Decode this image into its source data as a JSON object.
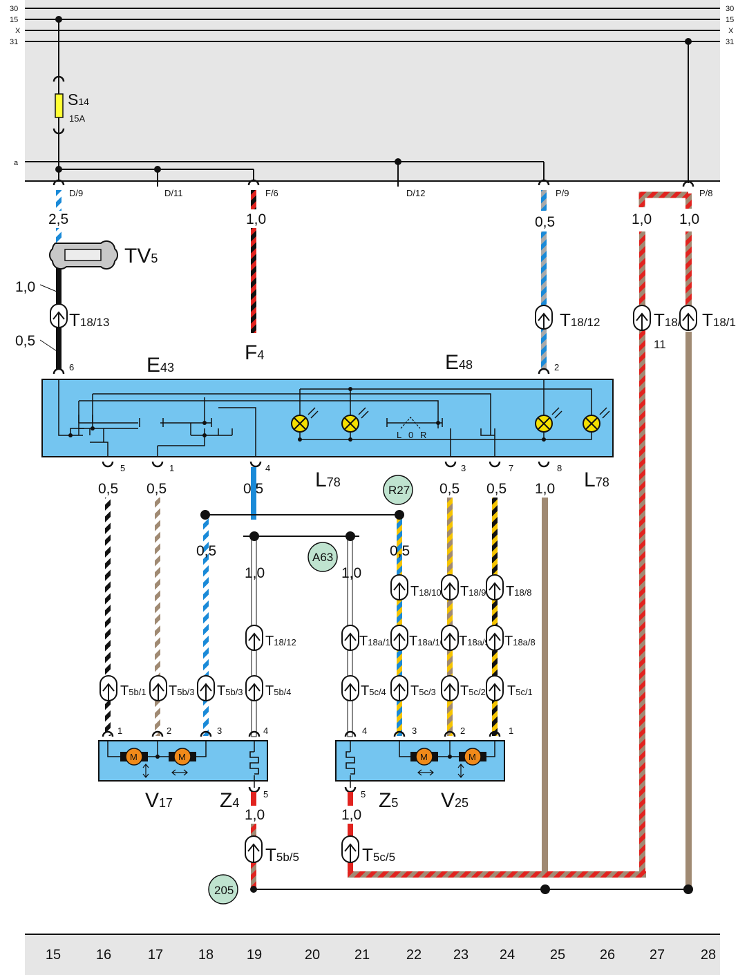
{
  "rails": {
    "left": [
      "30",
      "15",
      "X",
      "31"
    ],
    "right": [
      "30",
      "15",
      "X",
      "31"
    ],
    "a_label": "a"
  },
  "fuse": {
    "name": "S",
    "sub": "14",
    "rating": "15A"
  },
  "relay_points": {
    "d9": "D/9",
    "d11": "D/11",
    "f6": "F/6",
    "d12": "D/12",
    "p9": "P/9",
    "p8": "P/8"
  },
  "gauges": {
    "g15_top": "2,5",
    "g15_10": "1,0",
    "g15_05": "0,5",
    "g19_top": "1,0",
    "g25_top": "0,5",
    "g27_top": "1,0",
    "g28_top": "1,0",
    "g16": "0,5",
    "g17": "0,5",
    "g19": "0,5",
    "g23": "0,5",
    "g24": "0,5",
    "g25": "1,0",
    "g18": "0,5",
    "g19b": "1,0",
    "g21": "1,0",
    "g22": "0,5",
    "g19c": "1,0",
    "g21c": "1,0"
  },
  "components": {
    "tv5": {
      "main": "TV",
      "sub": "5"
    },
    "f4": {
      "main": "F",
      "sub": "4"
    },
    "e43": {
      "main": "E",
      "sub": "43"
    },
    "e48": {
      "main": "E",
      "sub": "48"
    },
    "l78a": {
      "main": "L",
      "sub": "78"
    },
    "l78b": {
      "main": "L",
      "sub": "78"
    },
    "v17": {
      "main": "V",
      "sub": "17"
    },
    "z4": {
      "main": "Z",
      "sub": "4"
    },
    "z5": {
      "main": "Z",
      "sub": "5"
    },
    "v25": {
      "main": "V",
      "sub": "25"
    },
    "switch_lor": [
      "L",
      "0",
      "R"
    ],
    "motor_label": "M"
  },
  "connectors": {
    "t18_13": {
      "main": "T",
      "sub": "18/13"
    },
    "t18_12": {
      "main": "T",
      "sub": "18/12"
    },
    "t18_11": {
      "main": "T",
      "sub": "18/",
      "extra": "11"
    },
    "t18_1": {
      "main": "T",
      "sub": "18/1"
    },
    "c_t18_10": {
      "main": "T",
      "sub": "18/10"
    },
    "c_t18_9": {
      "main": "T",
      "sub": "18/9"
    },
    "c_t18_8": {
      "main": "T",
      "sub": "18/8"
    },
    "c_t18_12b": {
      "main": "T",
      "sub": "18/12"
    },
    "c_t18a_12": {
      "main": "T",
      "sub": "18a/12"
    },
    "c_t18a_10": {
      "main": "T",
      "sub": "18a/10"
    },
    "c_t18a_9": {
      "main": "T",
      "sub": "18a/9"
    },
    "c_t18a_8": {
      "main": "T",
      "sub": "18a/8"
    },
    "c_t5b_1": {
      "main": "T",
      "sub": "5b/1"
    },
    "c_t5b_3a": {
      "main": "T",
      "sub": "5b/3"
    },
    "c_t5b_3b": {
      "main": "T",
      "sub": "5b/3"
    },
    "c_t5b_4": {
      "main": "T",
      "sub": "5b/4"
    },
    "c_t5c_4": {
      "main": "T",
      "sub": "5c/4"
    },
    "c_t5c_3": {
      "main": "T",
      "sub": "5c/3"
    },
    "c_t5c_2": {
      "main": "T",
      "sub": "5c/2"
    },
    "c_t5c_1": {
      "main": "T",
      "sub": "5c/1"
    },
    "c_t5b_5": {
      "main": "T",
      "sub": "5b/5"
    },
    "c_t5c_5": {
      "main": "T",
      "sub": "5c/5"
    }
  },
  "pins": {
    "e6": "6",
    "e2": "2",
    "e5": "5",
    "e1": "1",
    "e4": "4",
    "e3": "3",
    "e7": "7",
    "e8": "8",
    "v1": "1",
    "v2": "2",
    "v3": "3",
    "v4": "4",
    "v5": "5",
    "w4": "4",
    "w3": "3",
    "w2": "2",
    "w1": "1",
    "w5": "5"
  },
  "ground_points": {
    "r27": "R27",
    "a63": "A63",
    "g205": "205"
  },
  "columns": [
    "15",
    "16",
    "17",
    "18",
    "19",
    "20",
    "21",
    "22",
    "23",
    "24",
    "25",
    "26",
    "27",
    "28"
  ],
  "colors": {
    "panel_gray": "#e6e6e6",
    "module_blue": "#74c5f0",
    "wire_blue": "#1a8ad8",
    "wire_red": "#e1231f",
    "wire_brown": "#a08a73",
    "wire_yellow": "#f5c400",
    "wire_gray": "#a9a9a9",
    "ground_green": "#bfe3cf",
    "motor_orange": "#f08a1a",
    "fuse_yellow": "#ffff33"
  }
}
